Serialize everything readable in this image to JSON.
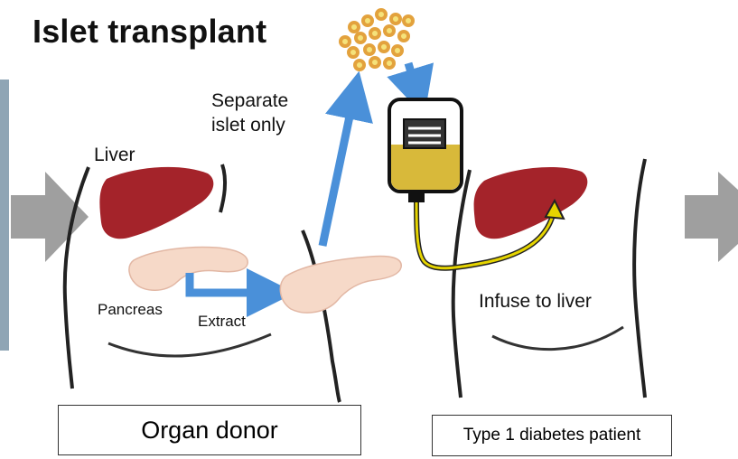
{
  "title": "Islet transplant",
  "labels": {
    "separate": "Separate\nislet only",
    "liver": "Liver",
    "pancreas": "Pancreas",
    "extract": "Extract",
    "infuse": "Infuse to liver"
  },
  "boxes": {
    "donor": "Organ donor",
    "patient": "Type 1 diabetes patient"
  },
  "colors": {
    "liver": "#a4232a",
    "pancreas": "#f6d9c8",
    "arrow_blue": "#4a90d9",
    "bag_fluid": "#d8b93a",
    "tube_yellow": "#e5d400",
    "islet": "#e3a23d",
    "big_arrow": "#9f9f9f"
  },
  "icons": [
    "islet-cluster-icon",
    "iv-bag-icon",
    "liver-icon",
    "pancreas-icon"
  ]
}
